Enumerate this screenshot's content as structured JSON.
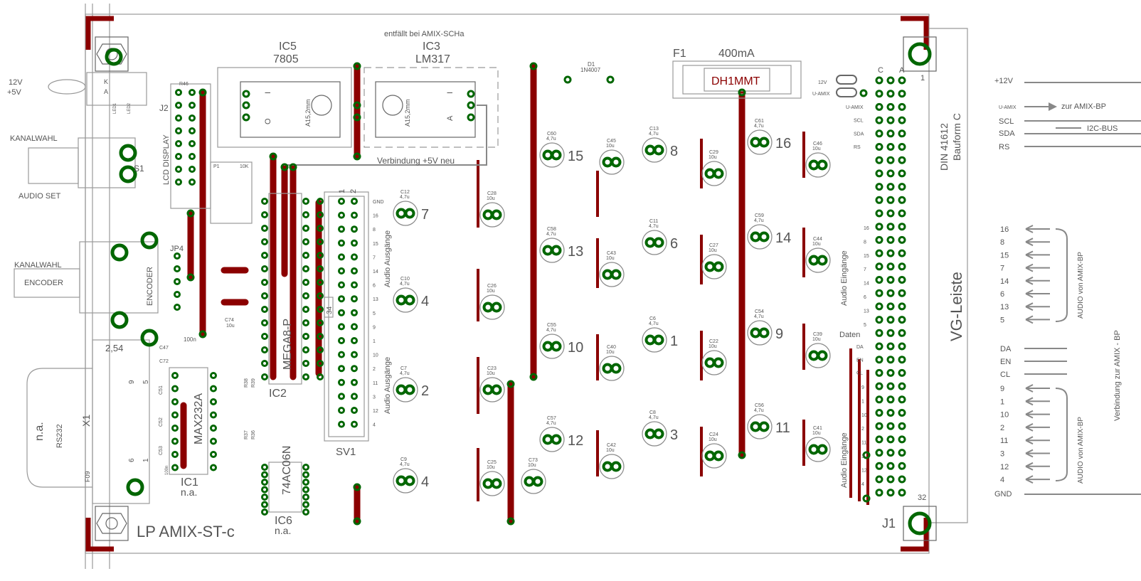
{
  "board": {
    "title": "LP AMIX-ST-c",
    "note_top": "entfällt bei AMIX-SCHa",
    "note_wire": "Verbindung +5V neu"
  },
  "regulators": {
    "ic5_name": "IC5",
    "ic5_type": "7805",
    "ic3_name": "IC3",
    "ic3_type": "LM317",
    "heatsink_label": "A15,2mm",
    "pin_i": "I",
    "pin_o": "O",
    "pin_a": "A"
  },
  "fuse": {
    "name": "F1",
    "rating": "400mA",
    "part": "DH1MMT"
  },
  "diode": {
    "name": "D1",
    "part": "1N4007"
  },
  "left": {
    "v12": "12V",
    "v5": "+5V",
    "kanalwahl": "KANALWAHL",
    "audio_set": "AUDIO SET",
    "s1": "S1",
    "kanalwahl2": "KANALWAHL",
    "encoder": "ENCODER",
    "jp4": "JP4",
    "j2": "J2",
    "r46": "R46",
    "lcd": "LCD DISPLAY",
    "p1": "P1",
    "p1_val": "10K",
    "led1": "LED1",
    "led2": "LED2",
    "k": "K",
    "a": "A",
    "pitch": "2,54",
    "na": "n.a.",
    "rs232": "RS232",
    "x1": "X1",
    "f09": "F09",
    "c47": "C47",
    "c72": "C72",
    "c47_val": "100n",
    "c51": "C51",
    "c52": "C52",
    "c53": "C53",
    "r38": "R38",
    "r39": "R39",
    "r37": "R37",
    "r36": "R36",
    "max": "MAX232A",
    "ic1": "IC1",
    "ic1_na": "n.a.",
    "mega": "MEGA8-P",
    "ic2": "IC2",
    "ic6_type": "74AC06N",
    "ic6": "IC6",
    "ic6_na": "n.a.",
    "sv1": "SV1",
    "sv1_pin34": "34",
    "sv1_pin1": "1",
    "sv1_pin2": "2",
    "c74": "C74",
    "c74_val": "10u",
    "pin9": "9",
    "pin5": "5",
    "pin6": "6",
    "pin1": "1",
    "c100n": "100n"
  },
  "sv_labels": [
    "GND",
    "16",
    "8",
    "15",
    "7",
    "14",
    "6",
    "13",
    "5",
    "9",
    "1",
    "10",
    "2",
    "11",
    "3",
    "12",
    "4"
  ],
  "sv_group1": "Audio Ausgänge",
  "sv_group2": "Audio Ausgänge",
  "caps": [
    {
      "name": "C12",
      "val": "4,7u",
      "ch": "7"
    },
    {
      "name": "C10",
      "val": "4,7u",
      "ch": "4"
    },
    {
      "name": "C7",
      "val": "4,7u",
      "ch": "2"
    },
    {
      "name": "C9",
      "val": "4,7u",
      "ch": "4"
    },
    {
      "name": "C28",
      "val": "10u",
      "ch": ""
    },
    {
      "name": "C26",
      "val": "10u",
      "ch": ""
    },
    {
      "name": "C23",
      "val": "10u",
      "ch": ""
    },
    {
      "name": "C25",
      "val": "10u",
      "ch": ""
    },
    {
      "name": "C73",
      "val": "10u",
      "ch": ""
    },
    {
      "name": "C60",
      "val": "4,7u",
      "ch": "15"
    },
    {
      "name": "C58",
      "val": "4,7u",
      "ch": "13"
    },
    {
      "name": "C55",
      "val": "4,7u",
      "ch": "10"
    },
    {
      "name": "C57",
      "val": "4,7u",
      "ch": "12"
    },
    {
      "name": "C45",
      "val": "10u",
      "ch": ""
    },
    {
      "name": "C43",
      "val": "10u",
      "ch": ""
    },
    {
      "name": "C40",
      "val": "10u",
      "ch": ""
    },
    {
      "name": "C42",
      "val": "10u",
      "ch": ""
    },
    {
      "name": "C13",
      "val": "4,7u",
      "ch": "8"
    },
    {
      "name": "C11",
      "val": "4,7u",
      "ch": "6"
    },
    {
      "name": "C6",
      "val": "4,7u",
      "ch": "1"
    },
    {
      "name": "C8",
      "val": "4,7u",
      "ch": "3"
    },
    {
      "name": "C29",
      "val": "10u",
      "ch": ""
    },
    {
      "name": "C27",
      "val": "10u",
      "ch": ""
    },
    {
      "name": "C22",
      "val": "10u",
      "ch": ""
    },
    {
      "name": "C24",
      "val": "10u",
      "ch": ""
    },
    {
      "name": "C61",
      "val": "4,7u",
      "ch": "16"
    },
    {
      "name": "C59",
      "val": "4,7u",
      "ch": "14"
    },
    {
      "name": "C54",
      "val": "4,7u",
      "ch": "9"
    },
    {
      "name": "C56",
      "val": "4,7u",
      "ch": "11"
    },
    {
      "name": "C46",
      "val": "10u",
      "ch": ""
    },
    {
      "name": "C44",
      "val": "10u",
      "ch": ""
    },
    {
      "name": "C39",
      "val": "10u",
      "ch": ""
    },
    {
      "name": "C41",
      "val": "10u",
      "ch": ""
    }
  ],
  "jumper": {
    "v12": "12V",
    "uamix": "U-AMIX"
  },
  "connector": {
    "c": "C",
    "a": "A",
    "pin1": "1",
    "pin32": "32",
    "j1": "J1",
    "din": "DIN 41612",
    "bauform": "Bauform C",
    "vg": "VG-Leiste",
    "daten": "Daten",
    "eingaenge1": "Audio Eingänge",
    "eingaenge2": "Audio Eingänge"
  },
  "conn_labels_top": [
    "U-AMIX",
    "SCL",
    "SDA",
    "RS"
  ],
  "conn_labels_in1": [
    "16",
    "8",
    "15",
    "7",
    "14",
    "6",
    "13",
    "5"
  ],
  "conn_labels_data": [
    "DA",
    "EN",
    "CL"
  ],
  "conn_labels_in2": [
    "9",
    "1",
    "10",
    "2",
    "11",
    "3",
    "12",
    "4"
  ],
  "right": {
    "p12": "+12V",
    "uamix": "U-AMIX",
    "zur": "zur AMIX-BP",
    "scl": "SCL",
    "sda": "SDA",
    "rs": "RS",
    "i2c": "I2C-BUS",
    "audio1": "AUDIO von AMIX-BP",
    "audio2": "AUDIO von AMIX-BP",
    "verb": "Verbindung zur AMIX - BP",
    "gnd": "GND"
  },
  "right_ch1": [
    "16",
    "8",
    "15",
    "7",
    "14",
    "6",
    "13",
    "5"
  ],
  "right_data": [
    "DA",
    "EN",
    "CL"
  ],
  "right_ch2": [
    "9",
    "1",
    "10",
    "2",
    "11",
    "3",
    "12",
    "4"
  ],
  "colors": {
    "copper": "#006600",
    "track": "#8b0000",
    "outline": "#999999",
    "text": "#555555"
  }
}
